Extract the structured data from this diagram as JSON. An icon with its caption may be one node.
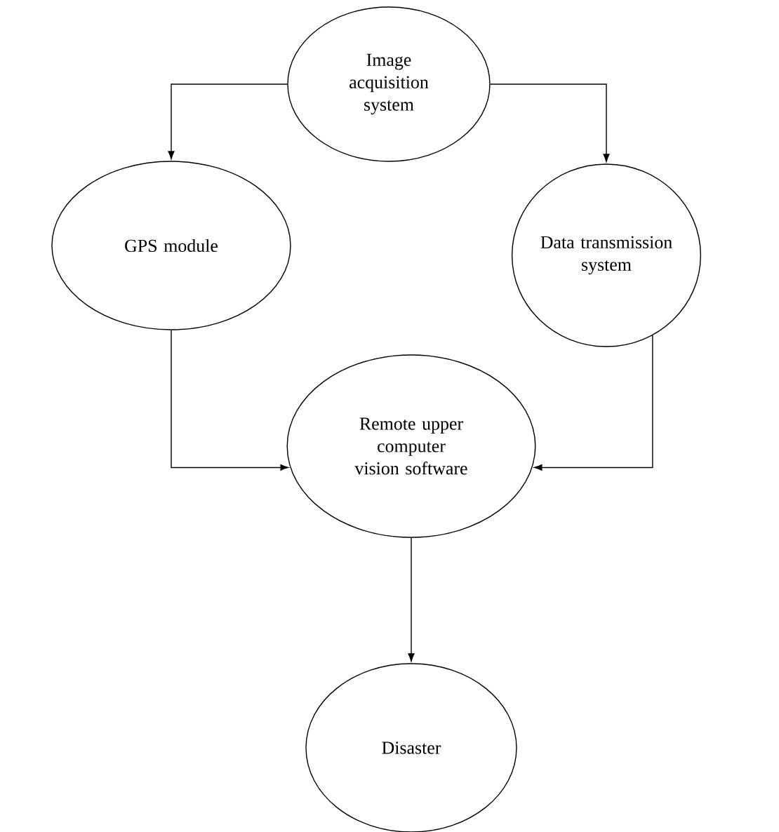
{
  "diagram": {
    "nodes": [
      {
        "text": [
          "Image acquisition system"
        ]
      },
      {
        "text": [
          "GPS module"
        ]
      },
      {
        "text": [
          "Data transmission system"
        ]
      },
      {
        "text": [
          "Remote upper computer vision software"
        ]
      },
      {
        "text": [
          "Disaster"
        ]
      }
    ],
    "edges": [
      {
        "from": 0,
        "to": 1,
        "arrow": "to"
      },
      {
        "from": 0,
        "to": 2,
        "arrow": "to"
      },
      {
        "from": 1,
        "to": 3,
        "arrow": "to"
      },
      {
        "from": 2,
        "to": 3,
        "arrow": "to"
      },
      {
        "from": 3,
        "to": 4,
        "arrow": "to"
      }
    ]
  }
}
